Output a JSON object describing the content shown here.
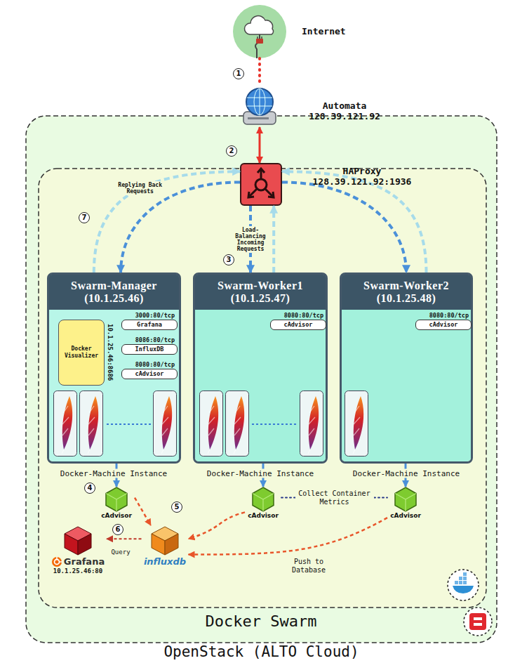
{
  "diagram": {
    "nodes": [
      {
        "text": [
          "OpenStack (ALTO Cloud)"
        ]
      },
      {
        "text": [
          "Internet"
        ]
      },
      {
        "text": [
          "Automata 128.39.121.92"
        ],
        "in": 0
      },
      {
        "text": [
          "HAProxy 128.39.121.92:1936"
        ],
        "in": 0
      },
      {
        "text": [
          "Swarm-Manager (10.1.25.46)"
        ],
        "in": 0
      },
      {
        "text": [
          "3000:80/tcp",
          "Grafana"
        ],
        "in": 4
      },
      {
        "text": [
          "8086:80/tcp",
          "InfluxDB"
        ],
        "in": 4
      },
      {
        "text": [
          "8080:80/tcp",
          "cAdvisor"
        ],
        "in": 4
      },
      {
        "text": [
          "Docker Visualizer",
          "10.1.25.46:8686"
        ],
        "in": 4
      },
      {
        "text": [
          "Swarm-Worker1 (10.1.25.47)"
        ],
        "in": 0
      },
      {
        "text": [
          "8080:80/tcp",
          "cAdvisor"
        ],
        "in": 9
      },
      {
        "text": [
          "Swarm-Worker2 (10.1.25.48)"
        ],
        "in": 0
      },
      {
        "text": [
          "8080:80/tcp",
          "cAdvisor"
        ],
        "in": 11
      },
      {
        "text": [
          "cAdvisor"
        ],
        "in": 0
      },
      {
        "text": [
          "cAdvisor"
        ],
        "in": 0
      },
      {
        "text": [
          "cAdvisor"
        ],
        "in": 0
      },
      {
        "text": [
          "influxdb"
        ],
        "in": 0
      },
      {
        "text": [
          "Grafana",
          "10.1.25.46:80"
        ],
        "in": 0
      }
    ],
    "edges": [
      {
        "from": 1,
        "to": 2,
        "arrow": "none"
      },
      {
        "from": 2,
        "to": 3,
        "arrow": "both"
      },
      {
        "from": 3,
        "to": 4,
        "arrow": "to"
      },
      {
        "from": 3,
        "to": 9,
        "label": "Load-Balancing Incoming Requests",
        "arrow": "to"
      },
      {
        "from": 3,
        "to": 11,
        "arrow": "to"
      },
      {
        "from": 4,
        "to": 3,
        "label": "Replying Back Requests",
        "arrow": "to"
      },
      {
        "from": 9,
        "to": 3,
        "arrow": "to"
      },
      {
        "from": 11,
        "to": 3,
        "arrow": "to"
      },
      {
        "from": 4,
        "to": 13,
        "arrow": "to"
      },
      {
        "from": 9,
        "to": 14,
        "arrow": "to"
      },
      {
        "from": 11,
        "to": 15,
        "arrow": "to"
      },
      {
        "from": 13,
        "to": 16,
        "arrow": "to"
      },
      {
        "from": 14,
        "to": 16,
        "arrow": "to"
      },
      {
        "from": 15,
        "to": 16,
        "label": "Push to Database",
        "arrow": "to"
      },
      {
        "from": 16,
        "to": 17,
        "label": "Query",
        "arrow": "to"
      },
      {
        "from": 14,
        "to": 15,
        "label": "Collect Container Metrics",
        "arrow": "none"
      }
    ],
    "labels": [
      "1",
      "2",
      "3",
      "4",
      "5",
      "6",
      "7",
      "Docker Swarm",
      "Docker-Machine Instance",
      "Docker-Machine Instance",
      "Docker-Machine Instance"
    ]
  }
}
